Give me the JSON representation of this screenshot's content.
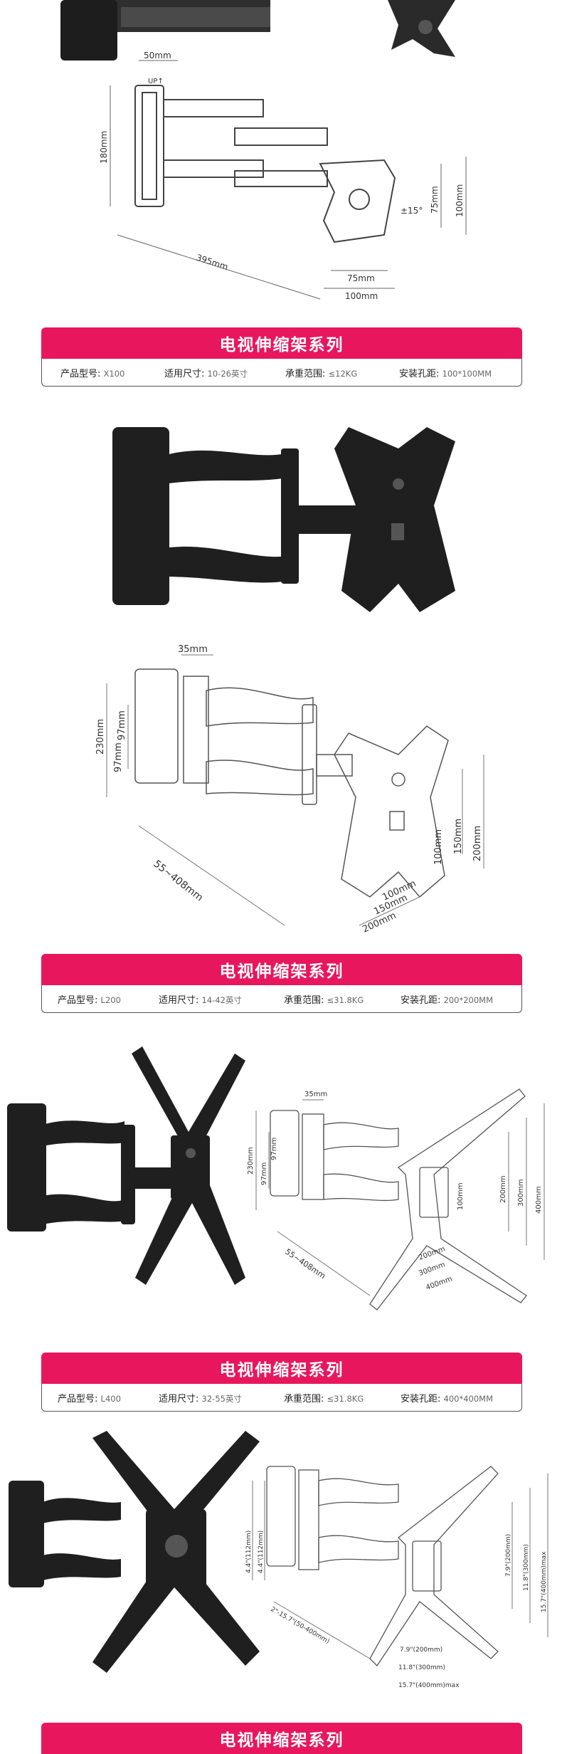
{
  "series_title": "电视伸缩架系列",
  "spec_labels": {
    "model": "产品型号:",
    "size": "适用尺寸:",
    "load": "承重范围:",
    "vesa": "安装孔距:"
  },
  "products": [
    {
      "model": "X100",
      "size": "10-26英寸",
      "load": "≤12KG",
      "vesa": "100*100MM",
      "dims": {
        "d1": "50mm",
        "d2": "180mm",
        "d3": "395mm",
        "d4": "75mm",
        "d5": "100mm",
        "d6": "75mm",
        "d7": "100mm",
        "d8": "±15°",
        "d9": "UP↑"
      }
    },
    {
      "model": "L200",
      "size": "14-42英寸",
      "load": "≤31.8KG",
      "vesa": "200*200MM",
      "dims": {
        "d1": "35mm",
        "d2": "230mm",
        "d3": "97mm",
        "d4": "97mm",
        "d5": "55~408mm",
        "d6": "100mm",
        "d7": "150mm",
        "d8": "200mm",
        "d9": "100mm",
        "d10": "150mm",
        "d11": "200mm"
      }
    },
    {
      "model": "L400",
      "size": "32-55英寸",
      "load": "≤31.8KG",
      "vesa": "400*400MM",
      "dims": {
        "d1": "35mm",
        "d2": "230mm",
        "d3": "97mm",
        "d4": "97mm",
        "d5": "55~408mm",
        "d6": "100mm",
        "d7": "200mm",
        "d8": "300mm",
        "d9": "400mm",
        "d10": "200mm",
        "d11": "300mm",
        "d12": "400mm"
      }
    }
  ],
  "fourth_dims": {
    "d1": "4.4\"(112mm)",
    "d2": "4.4\"(112mm)",
    "d3": "2\"-15.7\"(50-400mm)",
    "d4": "7.9\"(200mm)",
    "d5": "11.8\"(300mm)",
    "d6": "15.7\"(400mm)max",
    "d7": "7.9\"(200mm)",
    "d8": "11.8\"(300mm)",
    "d9": "15.7\"(400mm)max"
  },
  "colors": {
    "accent": "#e8175d",
    "border": "#555555"
  }
}
